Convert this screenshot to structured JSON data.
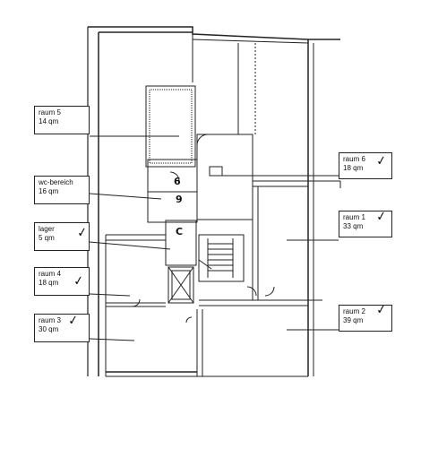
{
  "rooms": [
    {
      "id": "raum5",
      "name": "raum 5",
      "area": "14 qm",
      "checked": false
    },
    {
      "id": "wc",
      "name": "wc-bereich",
      "area": "16 qm",
      "checked": false
    },
    {
      "id": "lager",
      "name": "lager",
      "area": "5 qm",
      "checked": true
    },
    {
      "id": "raum4",
      "name": "raum 4",
      "area": "18 qm",
      "checked": true
    },
    {
      "id": "raum3",
      "name": "raum 3",
      "area": "30 qm",
      "checked": true
    },
    {
      "id": "raum6",
      "name": "raum 6",
      "area": "18 qm",
      "checked": true
    },
    {
      "id": "raum1",
      "name": "raum 1",
      "area": "33 qm",
      "checked": true
    },
    {
      "id": "raum2",
      "name": "raum 2",
      "area": "39 qm",
      "checked": true
    }
  ],
  "check_glyph": "✓",
  "wc_symbols": [
    "6",
    "9",
    "C"
  ]
}
